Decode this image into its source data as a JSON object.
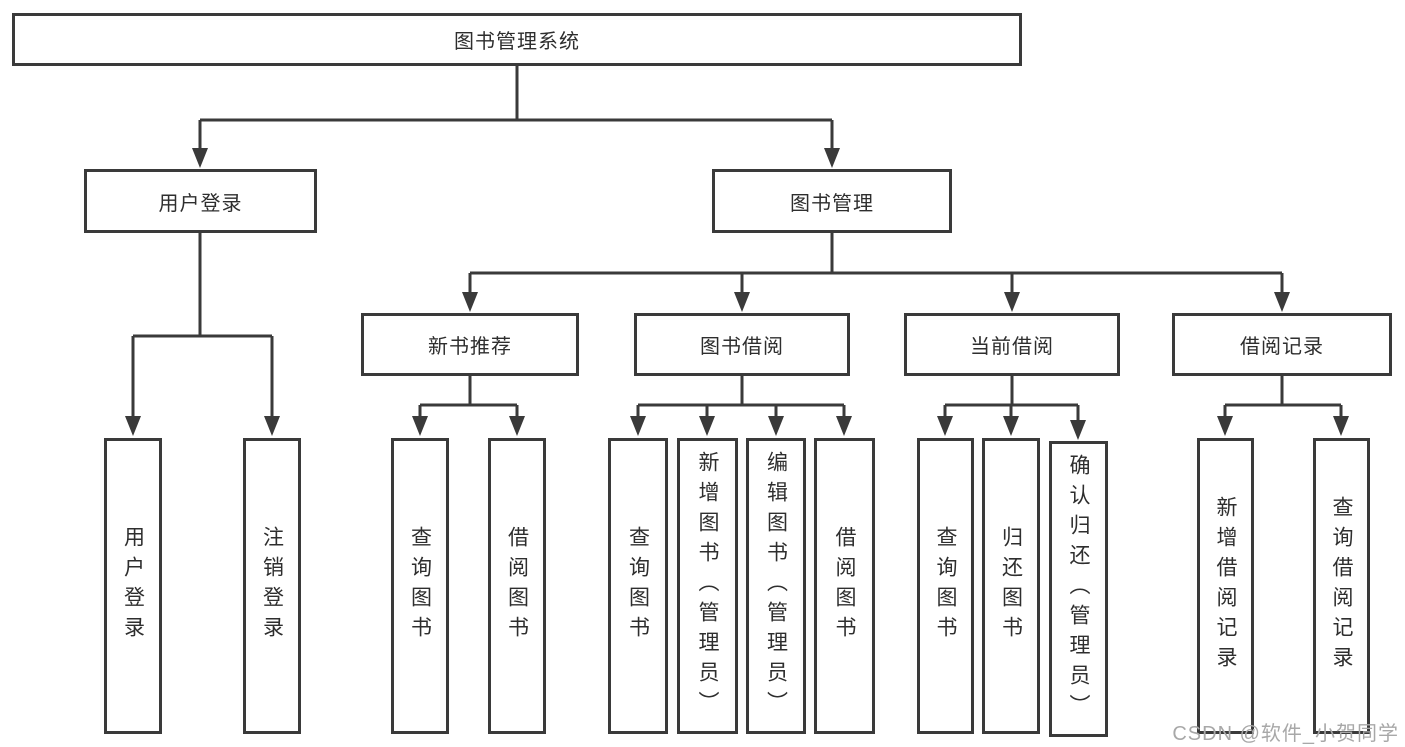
{
  "tree": {
    "label": "图书管理系统",
    "children": [
      {
        "label": "用户登录",
        "children": [
          {
            "label": "用户登录"
          },
          {
            "label": "注销登录"
          }
        ]
      },
      {
        "label": "图书管理",
        "children": [
          {
            "label": "新书推荐",
            "children": [
              {
                "label": "查询图书"
              },
              {
                "label": "借阅图书"
              }
            ]
          },
          {
            "label": "图书借阅",
            "children": [
              {
                "label": "查询图书"
              },
              {
                "label": "新增图书（管理员）"
              },
              {
                "label": "编辑图书（管理员）"
              },
              {
                "label": "借阅图书"
              }
            ]
          },
          {
            "label": "当前借阅",
            "children": [
              {
                "label": "查询图书"
              },
              {
                "label": "归还图书"
              },
              {
                "label": "确认归还（管理员）"
              }
            ]
          },
          {
            "label": "借阅记录",
            "children": [
              {
                "label": "新增借阅记录"
              },
              {
                "label": "查询借阅记录"
              }
            ]
          }
        ]
      }
    ]
  },
  "watermark": "CSDN @软件_小贺同学",
  "colors": {
    "line": "#3a3a3a",
    "text": "#2e2e2e",
    "watermark": "#a8a8a8",
    "background": "#ffffff"
  }
}
